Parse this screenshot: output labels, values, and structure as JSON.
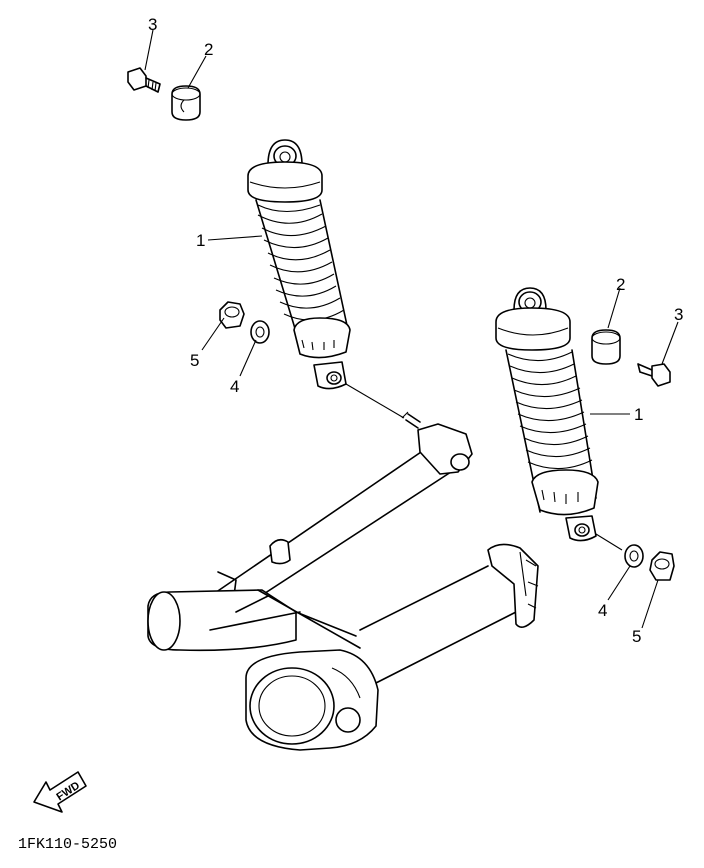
{
  "diagram": {
    "callouts": {
      "shock_left": "1",
      "collar_left": "2",
      "bolt_left": "3",
      "washer_left": "4",
      "nut_left": "5",
      "shock_right": "1",
      "collar_right": "2",
      "bolt_right": "3",
      "washer_right": "4",
      "nut_right": "5"
    },
    "fwd_label": "FWD",
    "part_code": "1FK110-5250"
  }
}
